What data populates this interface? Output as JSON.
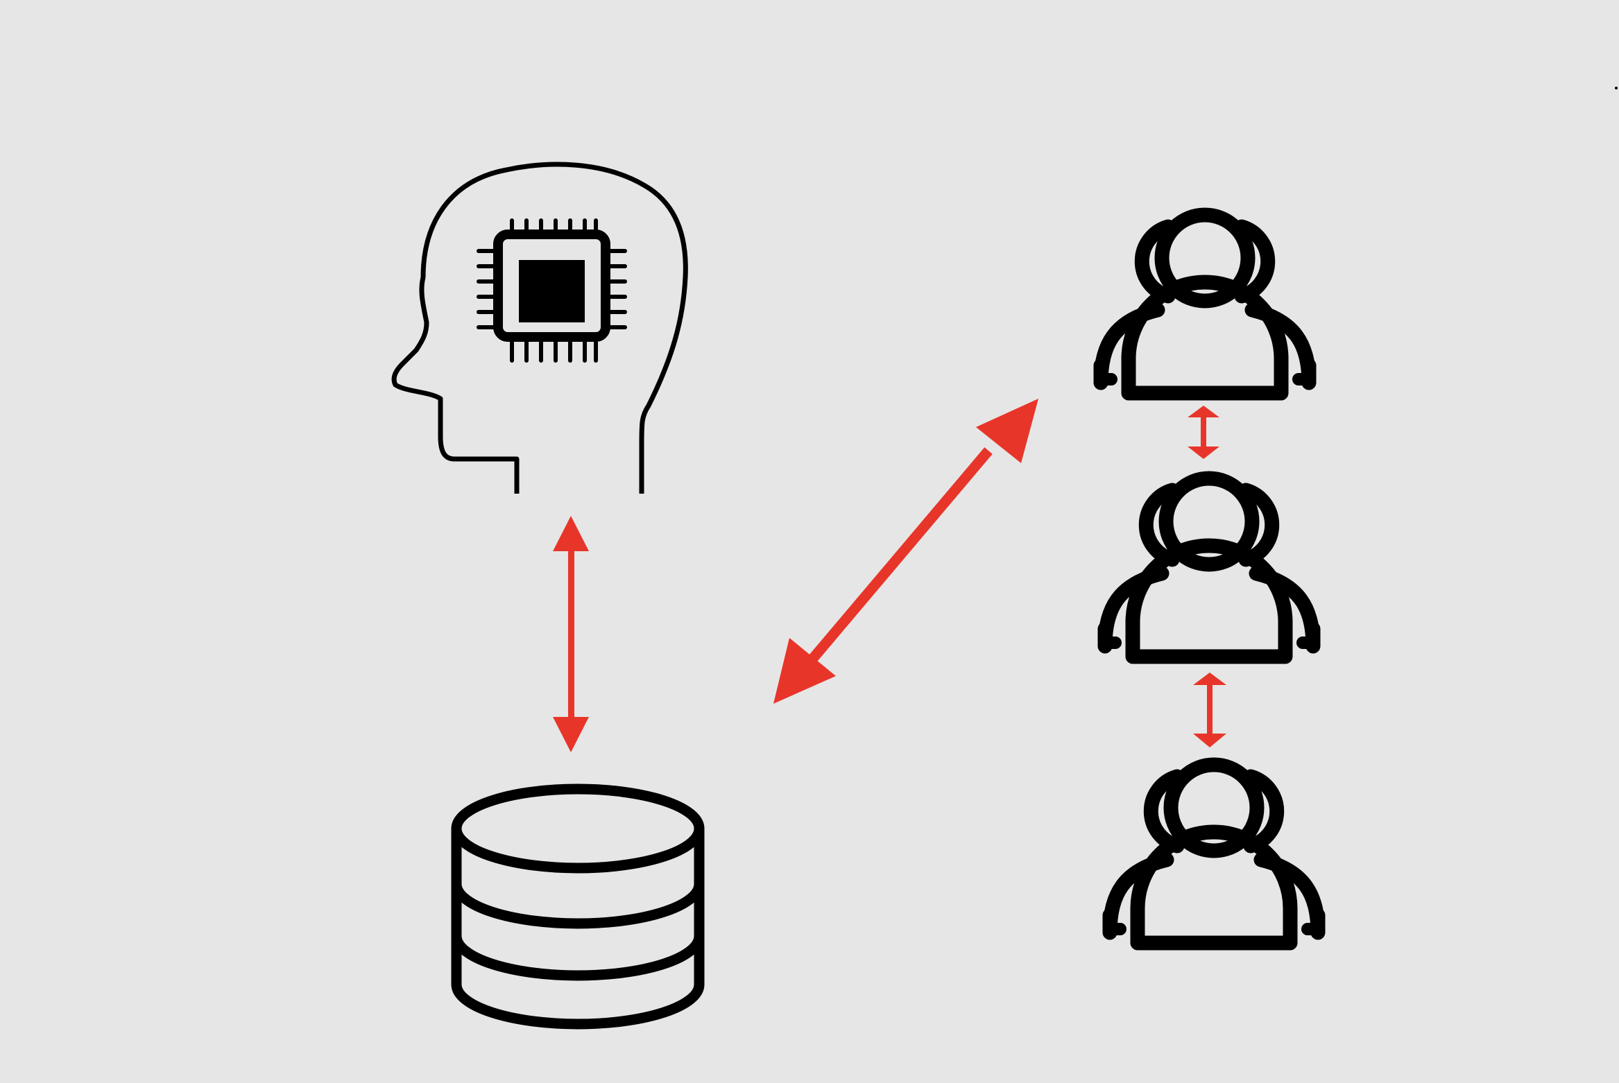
{
  "diagram": {
    "nodes": [
      {
        "id": "ai-head",
        "icon": "ai-head-chip-icon"
      },
      {
        "id": "database",
        "icon": "database-icon"
      },
      {
        "id": "user-group-1",
        "icon": "user-group-icon"
      },
      {
        "id": "user-group-2",
        "icon": "user-group-icon"
      },
      {
        "id": "user-group-3",
        "icon": "user-group-icon"
      }
    ],
    "edges": [
      {
        "from": "ai-head",
        "to": "database",
        "direction": "bidirectional"
      },
      {
        "from": "database",
        "to": "user-group-1",
        "direction": "bidirectional"
      },
      {
        "from": "user-group-1",
        "to": "user-group-2",
        "direction": "bidirectional"
      },
      {
        "from": "user-group-2",
        "to": "user-group-3",
        "direction": "bidirectional"
      }
    ]
  },
  "colors": {
    "background": "#e6e6e6",
    "stroke": "#000000",
    "arrow": "#e8352a"
  }
}
